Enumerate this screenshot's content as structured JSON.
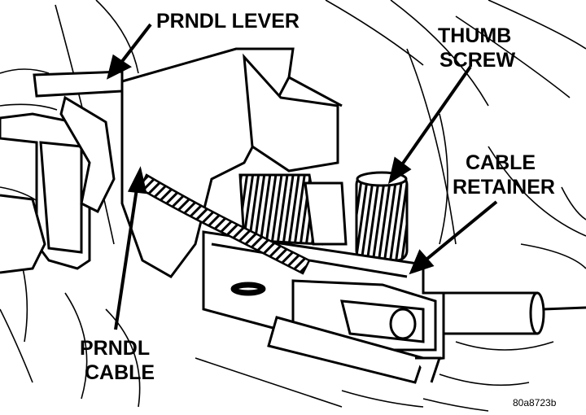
{
  "labels": {
    "prndl_lever": "PRNDL LEVER",
    "thumb_screw_line1": "THUMB",
    "thumb_screw_line2": "SCREW",
    "cable_retainer_line1": "CABLE",
    "cable_retainer_line2": "RETAINER",
    "prndl_cable_line1": "PRNDL",
    "prndl_cable_line2": "CABLE",
    "figure_id": "80a8723b"
  },
  "colors": {
    "ink": "#000000",
    "paper": "#ffffff"
  }
}
